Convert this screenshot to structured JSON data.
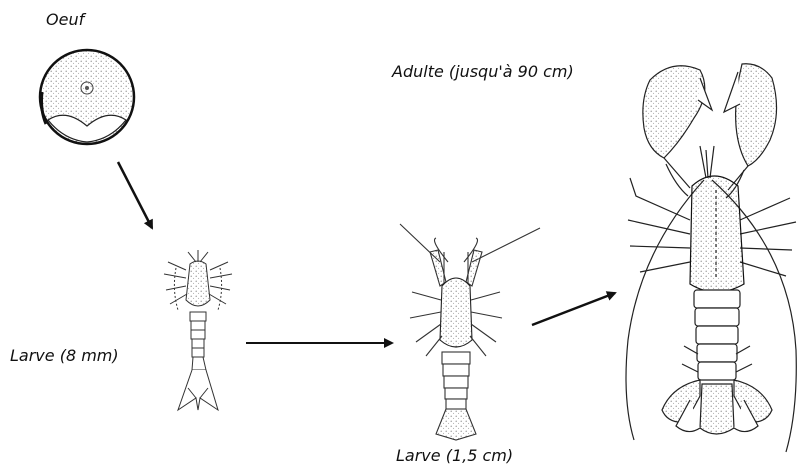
{
  "diagram": {
    "stages": [
      {
        "id": "egg",
        "label": "Oeuf"
      },
      {
        "id": "larva-small",
        "label": "Larve (8 mm)"
      },
      {
        "id": "larva-large",
        "label": "Larve (1,5 cm)"
      },
      {
        "id": "adult",
        "label": "Adulte (jusqu'à 90 cm)"
      }
    ],
    "colors": {
      "ink": "#111111",
      "stipple": "#555555",
      "background": "#ffffff"
    }
  }
}
